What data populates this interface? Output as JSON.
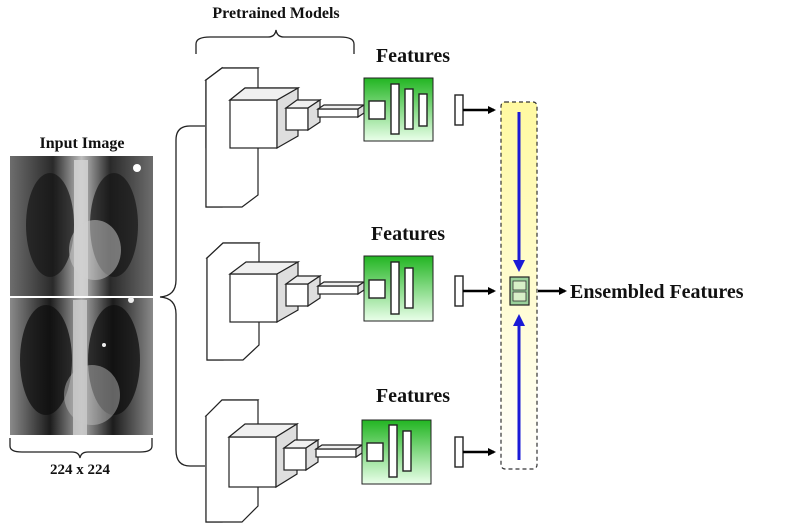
{
  "labels": {
    "pretrained_models": "Pretrained Models",
    "input_image": "Input Image",
    "image_size": "224 x 224",
    "features": "Features",
    "ensembled_features": "Ensembled Features"
  },
  "colors": {
    "feature_box_top": "#22b522",
    "feature_box_bottom": "#eaffea",
    "ensemble_bar_top": "#fff9a0",
    "ensemble_bar_bottom": "#ffffff",
    "flow_arrow": "#1a1ad6"
  }
}
